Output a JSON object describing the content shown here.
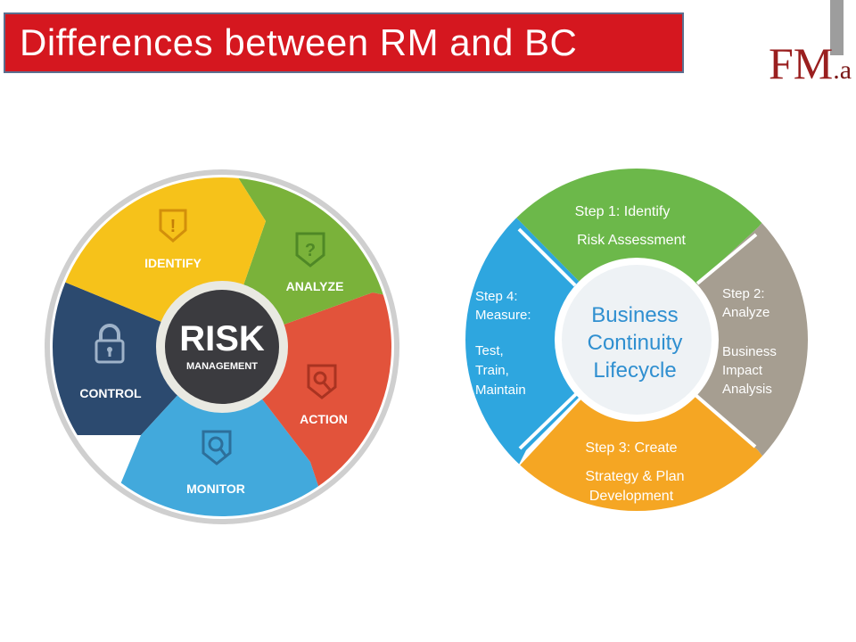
{
  "slide": {
    "title": "Differences between RM and BC",
    "logo_main": "FM",
    "logo_suffix": ".a"
  },
  "colors": {
    "title_bg": "#d5171f",
    "logo": "#9a1f1f",
    "rm_identify": "#f6c21a",
    "rm_analyze": "#7ab23a",
    "rm_action": "#e2533b",
    "rm_monitor": "#42a9dc",
    "rm_control": "#2c4a6f",
    "bc_step1": "#6cb84a",
    "bc_step2": "#a69e91",
    "bc_step3": "#f5a623",
    "bc_step4": "#2ea6df"
  },
  "risk_management": {
    "center_line1": "RISK",
    "center_line2": "MANAGEMENT",
    "segments": [
      {
        "label": "IDENTIFY",
        "icon": "shield-exclamation-icon"
      },
      {
        "label": "ANALYZE",
        "icon": "shield-question-icon"
      },
      {
        "label": "ACTION",
        "icon": "shield-wrench-icon"
      },
      {
        "label": "MONITOR",
        "icon": "shield-magnifier-icon"
      },
      {
        "label": "CONTROL",
        "icon": "padlock-icon"
      }
    ]
  },
  "business_continuity": {
    "center_line1": "Business",
    "center_line2": "Continuity",
    "center_line3": "Lifecycle",
    "step1": {
      "title": "Step 1: Identify",
      "sub": "Risk Assessment"
    },
    "step2": {
      "title1": "Step 2:",
      "title2": "Analyze",
      "sub1": "Business",
      "sub2": "Impact",
      "sub3": "Analysis"
    },
    "step3": {
      "title": "Step 3: Create",
      "sub1": "Strategy & Plan",
      "sub2": "Development"
    },
    "step4": {
      "title1": "Step 4:",
      "title2": "Measure:",
      "sub1": "Test,",
      "sub2": "Train,",
      "sub3": "Maintain"
    }
  }
}
